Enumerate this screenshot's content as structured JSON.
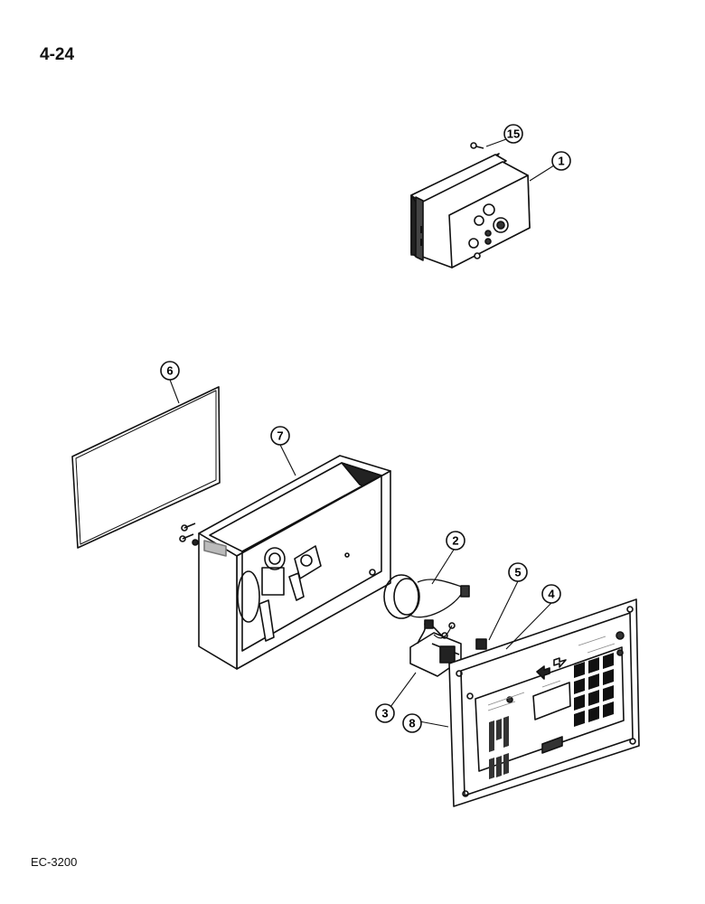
{
  "page": {
    "number": "4-24",
    "footer_code": "EC-3200"
  },
  "callouts": [
    {
      "id": "callout-1",
      "label": "1"
    },
    {
      "id": "callout-2",
      "label": "2"
    },
    {
      "id": "callout-3",
      "label": "3"
    },
    {
      "id": "callout-4",
      "label": "4"
    },
    {
      "id": "callout-5",
      "label": "5"
    },
    {
      "id": "callout-6",
      "label": "6"
    },
    {
      "id": "callout-7",
      "label": "7"
    },
    {
      "id": "callout-8",
      "label": "8"
    },
    {
      "id": "callout-15",
      "label": "15"
    }
  ]
}
